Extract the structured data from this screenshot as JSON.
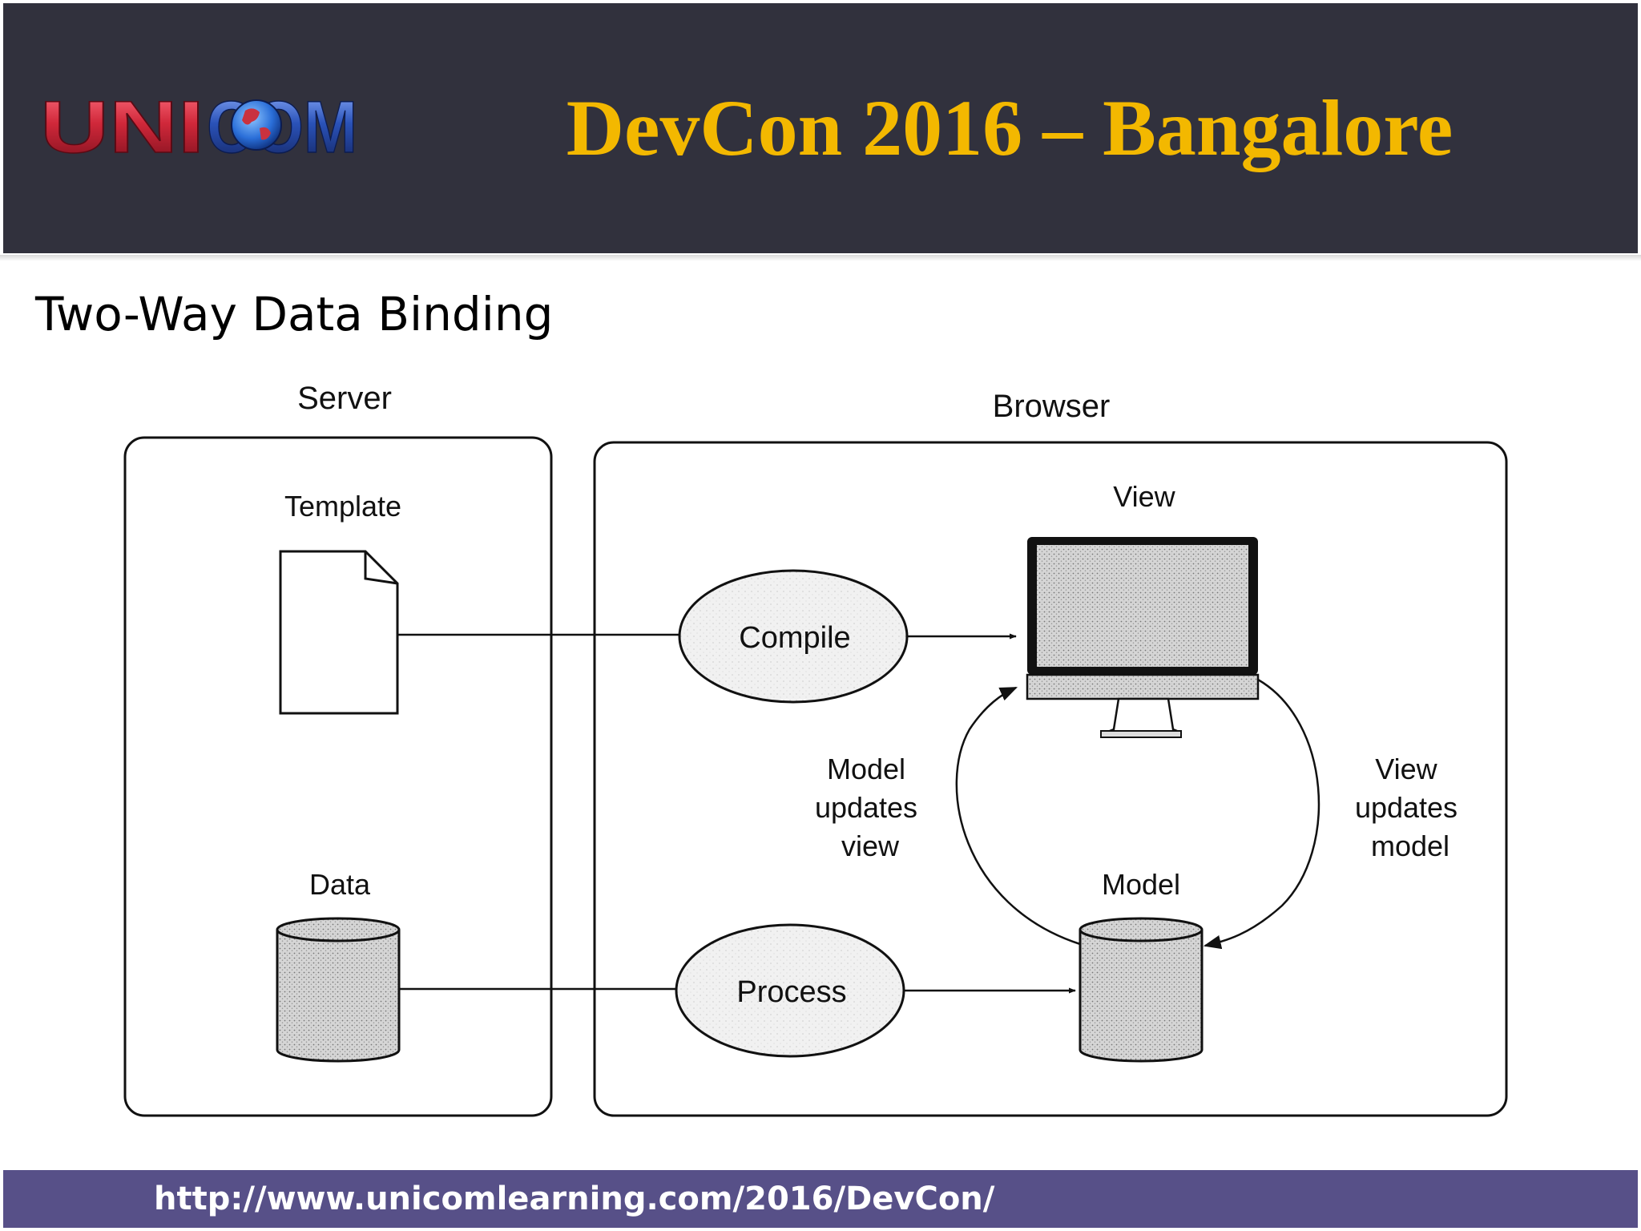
{
  "header": {
    "logo_text": "UNICOM",
    "title": "DevCon 2016 – Bangalore"
  },
  "slide": {
    "subtitle": "Two-Way Data Binding"
  },
  "diagram": {
    "server_label": "Server",
    "browser_label": "Browser",
    "template_label": "Template",
    "data_label": "Data",
    "view_label": "View",
    "model_label": "Model",
    "compile_label": "Compile",
    "process_label": "Process",
    "left_loop_label": [
      "Model",
      "updates",
      "view"
    ],
    "right_loop_label": [
      "View",
      "updates",
      "model"
    ]
  },
  "footer": {
    "url": "http://www.unicomlearning.com/2016/DevCon/"
  },
  "colors": {
    "header_bg": "#31313d",
    "title": "#f3b800",
    "footer_bg": "#575088",
    "logo_red": "#d0283a",
    "logo_blue": "#2a52b8"
  }
}
